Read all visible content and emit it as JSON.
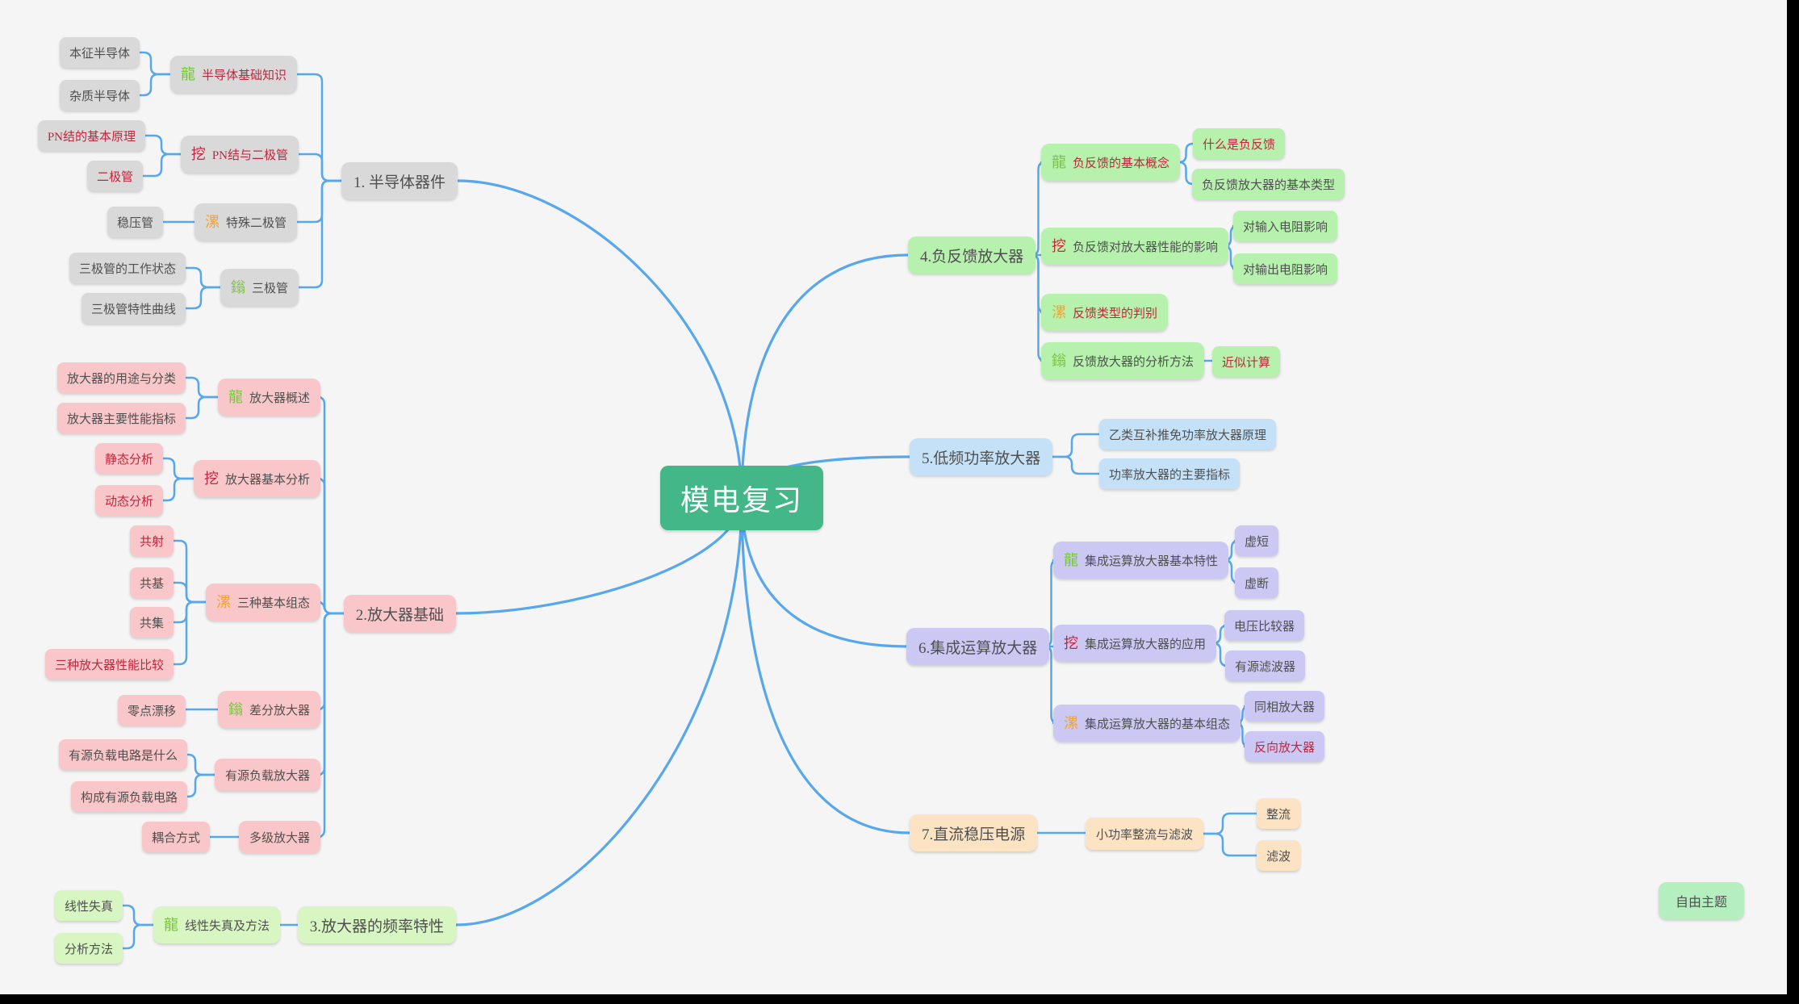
{
  "app": {
    "type": "mind-map"
  },
  "palette": {
    "canvas_bg": "#f5f5f6",
    "letterbox": "#000000",
    "line": "#57a7ec",
    "gray": "#d9d9d9",
    "pink": "#f9c7c9",
    "green_pale": "#d7f6c2",
    "green": "#b6f2ae",
    "blue": "#c5e1f8",
    "purple": "#cbc8f3",
    "peach": "#fbe3c4",
    "mint": "#b5efbf",
    "central_bg": "#43b787",
    "central_text": "#ffffff",
    "text_dark": "#4f4f4f",
    "text_red": "#c2253c",
    "icon_green": "#7cc242",
    "icon_red": "#c2253c",
    "icon_orange": "#f0a431"
  },
  "icons": {
    "p1": {
      "glyph": "龍",
      "color_key": "icon_green"
    },
    "p2": {
      "glyph": "挖",
      "color_key": "icon_red"
    },
    "p3": {
      "glyph": "漯",
      "color_key": "icon_orange"
    },
    "p4": {
      "glyph": "鎓",
      "color_key": "icon_green"
    }
  },
  "central": {
    "id": "central",
    "label": "模电复习"
  },
  "free_topic": {
    "id": "free",
    "label": "自由主题",
    "color_key": "mint"
  },
  "branches": [
    {
      "id": "b1",
      "label": "1. 半导体器件",
      "color_key": "gray",
      "side": "left",
      "topics": [
        {
          "id": "b1t1",
          "icon": "p1",
          "red": true,
          "label": "半导体基础知识",
          "children": [
            {
              "id": "b1t1c1",
              "label": "本征半导体"
            },
            {
              "id": "b1t1c2",
              "label": "杂质半导体"
            }
          ]
        },
        {
          "id": "b1t2",
          "icon": "p2",
          "red": true,
          "label": "PN结与二极管",
          "children": [
            {
              "id": "b1t2c1",
              "label": "PN结的基本原理",
              "red": true
            },
            {
              "id": "b1t2c2",
              "label": "二极管",
              "red": true
            }
          ]
        },
        {
          "id": "b1t3",
          "icon": "p3",
          "label": "特殊二极管",
          "children": [
            {
              "id": "b1t3c1",
              "label": "稳压管"
            }
          ]
        },
        {
          "id": "b1t4",
          "icon": "p4",
          "label": "三极管",
          "children": [
            {
              "id": "b1t4c1",
              "label": "三极管的工作状态"
            },
            {
              "id": "b1t4c2",
              "label": "三极管特性曲线"
            }
          ]
        }
      ]
    },
    {
      "id": "b2",
      "label": "2.放大器基础",
      "color_key": "pink",
      "side": "left",
      "topics": [
        {
          "id": "b2t1",
          "icon": "p1",
          "label": "放大器概述",
          "children": [
            {
              "id": "b2t1c1",
              "label": "放大器的用途与分类"
            },
            {
              "id": "b2t1c2",
              "label": "放大器主要性能指标"
            }
          ]
        },
        {
          "id": "b2t2",
          "icon": "p2",
          "label": "放大器基本分析",
          "children": [
            {
              "id": "b2t2c1",
              "label": "静态分析",
              "red": true
            },
            {
              "id": "b2t2c2",
              "label": "动态分析",
              "red": true
            }
          ]
        },
        {
          "id": "b2t3",
          "icon": "p3",
          "label": "三种基本组态",
          "children": [
            {
              "id": "b2t3c1",
              "label": "共射",
              "red": true
            },
            {
              "id": "b2t3c2",
              "label": "共基"
            },
            {
              "id": "b2t3c3",
              "label": "共集"
            },
            {
              "id": "b2t3c4",
              "label": "三种放大器性能比较",
              "red": true
            }
          ]
        },
        {
          "id": "b2t4",
          "icon": "p4",
          "label": "差分放大器",
          "children": [
            {
              "id": "b2t4c1",
              "label": "零点漂移"
            }
          ]
        },
        {
          "id": "b2t5",
          "label": "有源负载放大器",
          "children": [
            {
              "id": "b2t5c1",
              "label": "有源负载电路是什么"
            },
            {
              "id": "b2t5c2",
              "label": "构成有源负载电路"
            }
          ]
        },
        {
          "id": "b2t6",
          "label": "多级放大器",
          "children": [
            {
              "id": "b2t6c1",
              "label": "耦合方式"
            }
          ]
        }
      ]
    },
    {
      "id": "b3",
      "label": "3.放大器的频率特性",
      "color_key": "green_pale",
      "side": "left",
      "topics": [
        {
          "id": "b3t1",
          "icon": "p1",
          "label": "线性失真及方法",
          "children": [
            {
              "id": "b3t1c1",
              "label": "线性失真"
            },
            {
              "id": "b3t1c2",
              "label": "分析方法"
            }
          ]
        }
      ]
    },
    {
      "id": "b4",
      "label": "4.负反馈放大器",
      "color_key": "green",
      "side": "right",
      "topics": [
        {
          "id": "b4t1",
          "icon": "p1",
          "red": true,
          "label": "负反馈的基本概念",
          "children": [
            {
              "id": "b4t1c1",
              "label": "什么是负反馈",
              "red": true
            },
            {
              "id": "b4t1c2",
              "label": "负反馈放大器的基本类型"
            }
          ]
        },
        {
          "id": "b4t2",
          "icon": "p2",
          "label": "负反馈对放大器性能的影响",
          "children": [
            {
              "id": "b4t2c1",
              "label": "对输入电阻影响"
            },
            {
              "id": "b4t2c2",
              "label": "对输出电阻影响"
            }
          ]
        },
        {
          "id": "b4t3",
          "icon": "p3",
          "red": true,
          "label": "反馈类型的判别",
          "children": []
        },
        {
          "id": "b4t4",
          "icon": "p4",
          "label": "反馈放大器的分析方法",
          "children": [
            {
              "id": "b4t4c1",
              "label": "近似计算",
              "red": true
            }
          ]
        }
      ]
    },
    {
      "id": "b5",
      "label": "5.低频功率放大器",
      "color_key": "blue",
      "side": "right",
      "topics": [
        {
          "id": "b5c1",
          "label": "乙类互补推免功率放大器原理",
          "children": []
        },
        {
          "id": "b5c2",
          "label": "功率放大器的主要指标",
          "children": []
        }
      ]
    },
    {
      "id": "b6",
      "label": "6.集成运算放大器",
      "color_key": "purple",
      "side": "right",
      "topics": [
        {
          "id": "b6t1",
          "icon": "p1",
          "label": "集成运算放大器基本特性",
          "children": [
            {
              "id": "b6t1c1",
              "label": "虚短"
            },
            {
              "id": "b6t1c2",
              "label": "虚断"
            }
          ]
        },
        {
          "id": "b6t2",
          "icon": "p2",
          "label": "集成运算放大器的应用",
          "children": [
            {
              "id": "b6t2c1",
              "label": "电压比较器"
            },
            {
              "id": "b6t2c2",
              "label": "有源滤波器"
            }
          ]
        },
        {
          "id": "b6t3",
          "icon": "p3",
          "label": "集成运算放大器的基本组态",
          "children": [
            {
              "id": "b6t3c1",
              "label": "同相放大器"
            },
            {
              "id": "b6t3c2",
              "label": "反向放大器",
              "red": true
            }
          ]
        }
      ]
    },
    {
      "id": "b7",
      "label": "7.直流稳压电源",
      "color_key": "peach",
      "side": "right",
      "topics": [
        {
          "id": "b7t1",
          "label": "小功率整流与滤波",
          "children": [
            {
              "id": "b7t1c1",
              "label": "整流"
            },
            {
              "id": "b7t1c2",
              "label": "滤波"
            }
          ]
        }
      ]
    }
  ]
}
